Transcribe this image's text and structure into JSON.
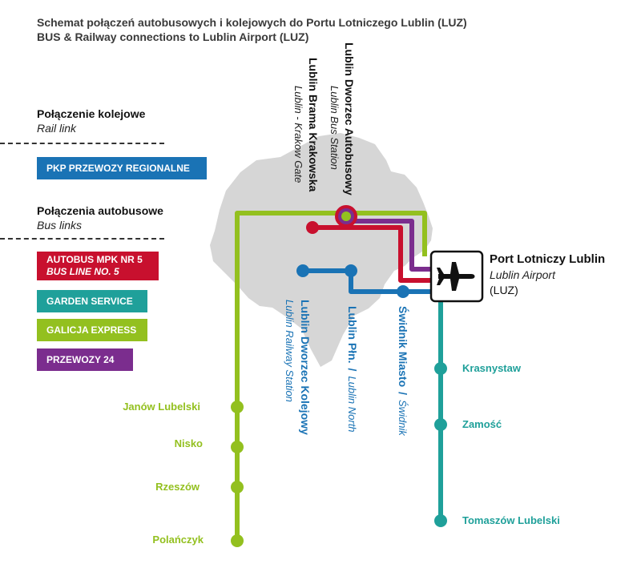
{
  "header": {
    "title_pl": "Schemat połączeń autobusowych i kolejowych do Portu Lotniczego Lublin (LUZ)",
    "title_en": "BUS & Railway connections to Lublin Airport (LUZ)"
  },
  "legend": {
    "rail": {
      "title": "Połączenie kolejowe",
      "subtitle": "Rail link"
    },
    "bus": {
      "title": "Połączenia autobusowe",
      "subtitle": "Bus links"
    },
    "lines": {
      "pkp": {
        "label": "PKP  PRZEWOZY REGIONALNE",
        "color": "#1a73b5"
      },
      "mpk": {
        "label": "AUTOBUS MPK NR 5",
        "sublabel": "BUS LINE NO. 5",
        "color": "#c8102e"
      },
      "garden": {
        "label": "GARDEN SERVICE",
        "color": "#1fa09a"
      },
      "galicja": {
        "label": "GALICJA EXPRESS",
        "color": "#93c01f"
      },
      "przewozy": {
        "label": "PRZEWOZY 24",
        "color": "#7b2d8e"
      }
    }
  },
  "airport": {
    "name": "Port Lotniczy Lublin",
    "name_en": "Lublin Airport",
    "code": "(LUZ)",
    "icon": "airplane-icon"
  },
  "stops": {
    "bus_station": {
      "name": "Lublin Dworzec Autobusowy",
      "name_en": "Lublin Bus Station"
    },
    "krakow_gate": {
      "name": "Lublin Brama Krakowska",
      "name_en": "Lublin - Krakow Gate"
    },
    "railway_station": {
      "name": "Lublin Dworzec Kolejowy",
      "name_en": "Lublin Railway Station"
    },
    "lublin_north": {
      "name": "Lublin Płn.",
      "sep": "/",
      "name_en": "Lublin North"
    },
    "swidnik": {
      "name": "Świdnik Miasto",
      "sep": "/",
      "name_en": "Świdnik"
    },
    "janow": "Janów Lubelski",
    "nisko": "Nisko",
    "rzeszow": "Rzeszów",
    "polanczyk": "Polańczyk",
    "krasnystaw": "Krasnystaw",
    "zamosc": "Zamość",
    "tomaszow": "Tomaszów Lubelski"
  },
  "colors": {
    "city_shape": "#d6d6d6",
    "text_dark": "#111111"
  }
}
